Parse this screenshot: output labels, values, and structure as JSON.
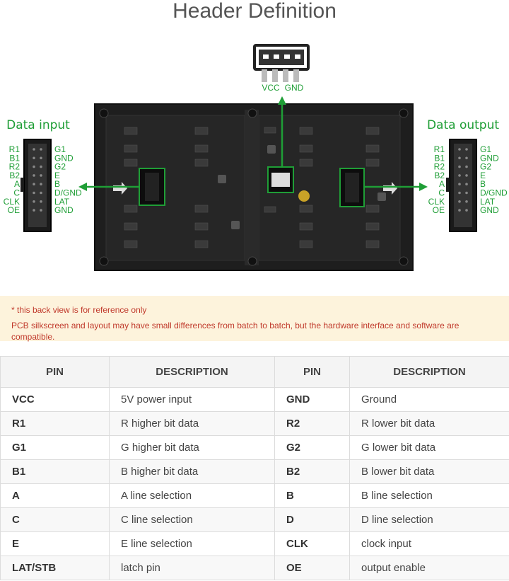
{
  "title": "Header Definition",
  "diagram": {
    "power_labels": [
      "VCC",
      "GND"
    ],
    "data_input_label": "Data input",
    "data_output_label": "Data output",
    "left_pins": [
      "R1",
      "B1",
      "R2",
      "B2",
      "A",
      "C",
      "CLK",
      "OE"
    ],
    "right_pins": [
      "G1",
      "GND",
      "G2",
      "E",
      "B",
      "D/GND",
      "LAT",
      "GND"
    ],
    "accent_color": "#1f9e36"
  },
  "notice": {
    "line1": "* this back view is for reference only",
    "line2": "PCB silkscreen and layout may have small differences from batch to batch, but the hardware interface and software are compatible."
  },
  "table": {
    "headers": [
      "PIN",
      "DESCRIPTION",
      "PIN",
      "DESCRIPTION"
    ],
    "rows": [
      [
        "VCC",
        "5V power input",
        "GND",
        "Ground"
      ],
      [
        "R1",
        "R higher bit data",
        "R2",
        "R lower bit data"
      ],
      [
        "G1",
        "G higher bit data",
        "G2",
        "G lower bit data"
      ],
      [
        "B1",
        "B higher bit data",
        "B2",
        "B lower bit data"
      ],
      [
        "A",
        "A line selection",
        "B",
        "B line selection"
      ],
      [
        "C",
        "C line selection",
        "D",
        "D line selection"
      ],
      [
        "E",
        "E line selection",
        "CLK",
        "clock input"
      ],
      [
        "LAT/STB",
        "latch pin",
        "OE",
        "output enable"
      ]
    ]
  }
}
